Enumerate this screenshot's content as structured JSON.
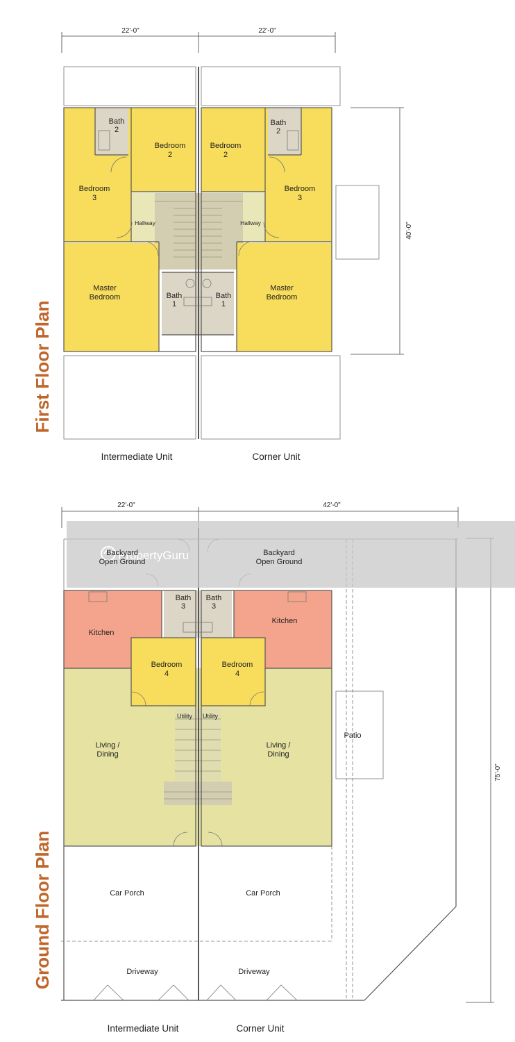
{
  "titles": {
    "first_floor": "First Floor Plan",
    "ground_floor": "Ground Floor Plan"
  },
  "dimensions": {
    "ff_left_width": "22'-0\"",
    "ff_right_width": "22'-0\"",
    "ff_depth": "40'-0\"",
    "gf_left_width": "22'-0\"",
    "gf_right_width": "42'-0\"",
    "gf_depth": "75'-0\""
  },
  "units": {
    "ff_left": "Intermediate Unit",
    "ff_right": "Corner Unit",
    "gf_left": "Intermediate Unit",
    "gf_right": "Corner Unit"
  },
  "rooms": {
    "bath2": [
      "Bath",
      "2"
    ],
    "bedroom2": [
      "Bedroom",
      "2"
    ],
    "bedroom3": [
      "Bedroom",
      "3"
    ],
    "hallway": "Hallway",
    "master": [
      "Master",
      "Bedroom"
    ],
    "bath1": [
      "Bath",
      "1"
    ],
    "backyard": [
      "Backyard",
      "Open Ground"
    ],
    "bath3": [
      "Bath",
      "3"
    ],
    "kitchen": "Kitchen",
    "bedroom4": [
      "Bedroom",
      "4"
    ],
    "utility": "Utility",
    "living": [
      "Living /",
      "Dining"
    ],
    "patio": "Patio",
    "car_porch": "Car Porch",
    "driveway": "Driveway"
  },
  "watermark": "PropertyGuru",
  "colors": {
    "bedroom": "#f7dd5b",
    "bath": "#dcd6c6",
    "kitchen": "#f4a48c",
    "living": "#e6e3a2",
    "hallway": "#e9e6b8",
    "stair": "#d3cdb2",
    "title": "#c0662a",
    "watermark_band": "#c8c8c8"
  }
}
